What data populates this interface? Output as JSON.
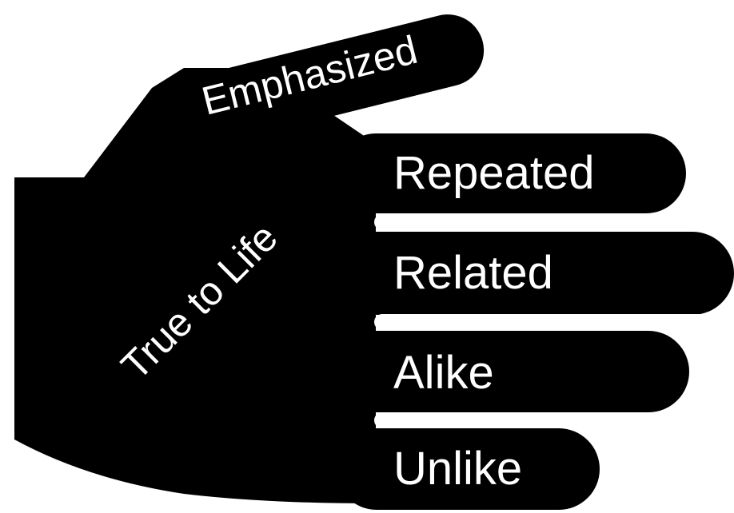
{
  "diagram": {
    "palm_label": "True to Life",
    "thumb_label": "Emphasized",
    "fingers": [
      {
        "label": "Repeated"
      },
      {
        "label": "Related"
      },
      {
        "label": "Alike"
      },
      {
        "label": "Unlike"
      }
    ]
  },
  "colors": {
    "hand": "#000000",
    "text": "#ffffff",
    "background": "#ffffff"
  }
}
